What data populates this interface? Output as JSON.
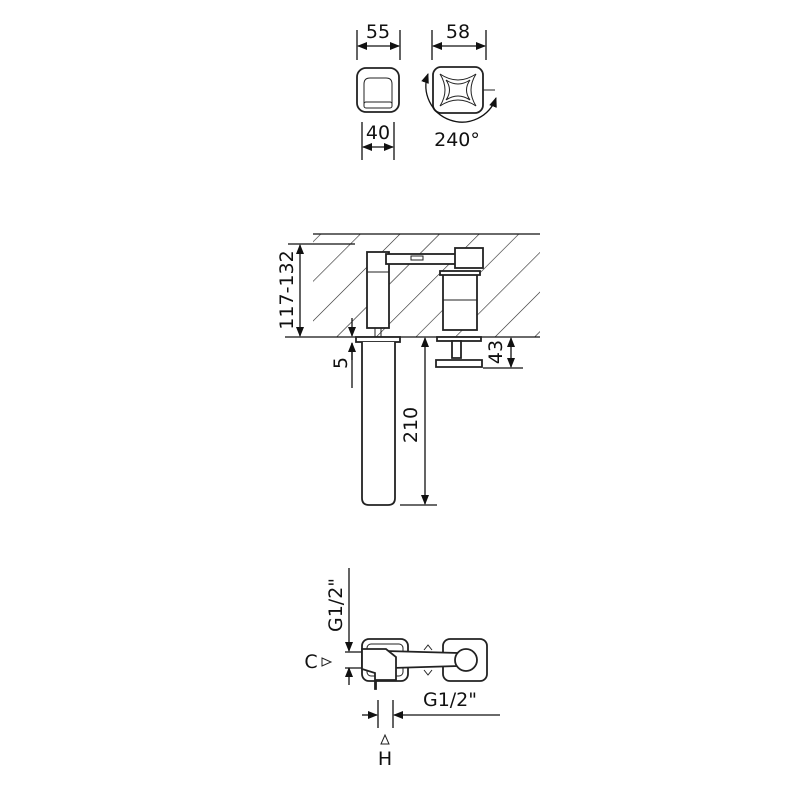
{
  "top_view": {
    "spout_width": "55",
    "spout_depth": "40",
    "handle_width": "58",
    "handle_rotation": "240°"
  },
  "side_view": {
    "wall_depth": "117-132",
    "plate_offset": "5",
    "spout_projection": "210",
    "handle_projection": "43"
  },
  "rear_view": {
    "cold_connection": "G1/2\"",
    "cold_label": "C",
    "hot_connection": "G1/2\"",
    "hot_label": "H"
  }
}
